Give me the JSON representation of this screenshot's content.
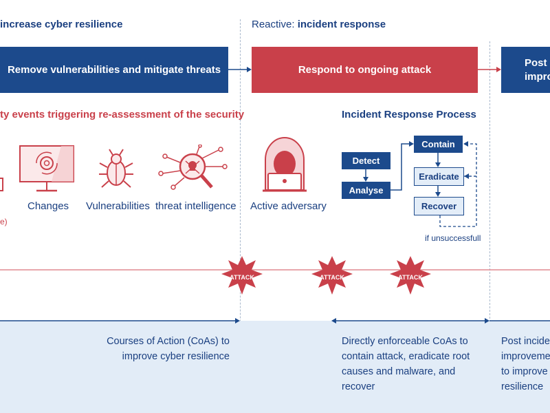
{
  "phases": {
    "proactive": {
      "title_bold": "increase cyber resilience"
    },
    "reactive": {
      "title_prefix": "Reactive: ",
      "title_bold": "incident response"
    }
  },
  "banners": {
    "proactive": "Remove vulnerabilities and mitigate threats",
    "reactive": "Respond to ongoing attack",
    "post_line1": "Post in",
    "post_line2": "improv"
  },
  "sections": {
    "events_heading": "ty events triggering re-assessment of the security",
    "irp_heading": "Incident Response Process"
  },
  "icons": {
    "changes": "Changes",
    "vulnerabilities": "Vulnerabilities",
    "threat_intel": "threat intelligence",
    "adversary": "Active adversary",
    "cut_fragment": "e)"
  },
  "process": {
    "detect": "Detect",
    "analyse": "Analyse",
    "contain": "Contain",
    "eradicate": "Eradicate",
    "recover": "Recover",
    "note": "if unsuccessfull"
  },
  "timeline": {
    "attack_label": "ATTACK"
  },
  "coas": {
    "left_l1": "Courses of Action (CoAs) to",
    "left_l2": "improve cyber resilience",
    "mid_l1": "Directly enforceable CoAs to",
    "mid_l2": "contain attack, eradicate root",
    "mid_l3": "causes and malware, and",
    "mid_l4": "recover",
    "right_l1": "Post inciden",
    "right_l2": "improvemen",
    "right_l3": "to improve c",
    "right_l4": "resilience"
  },
  "colors": {
    "navy": "#1c4a8c",
    "red": "#c9404a",
    "light_blue_band": "#e2ecf7"
  }
}
